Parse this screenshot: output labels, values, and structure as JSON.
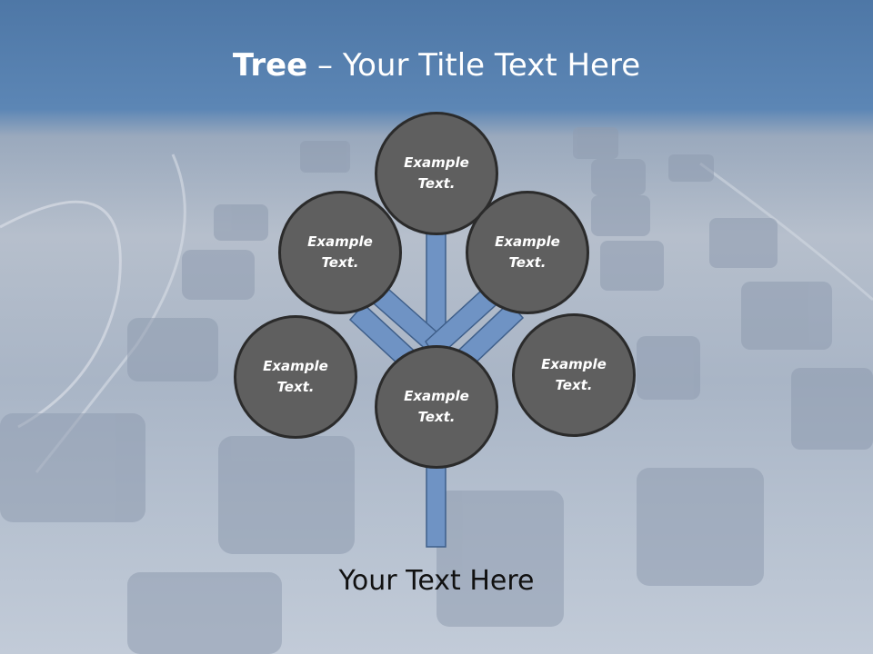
{
  "title": {
    "bold": "Tree",
    "separator": " – ",
    "rest": "Your Title Text Here"
  },
  "nodes": [
    {
      "label": "Example Text."
    },
    {
      "label": "Example Text."
    },
    {
      "label": "Example Text."
    },
    {
      "label": "Example Text."
    },
    {
      "label": "Example Text."
    },
    {
      "label": "Example Text."
    }
  ],
  "footer": {
    "text": "Your Text Here"
  },
  "colors": {
    "title_band": "#5a83b3",
    "node_fill": "#5f5f5f",
    "node_border": "#2b2b2b",
    "branch": "#6f93c4"
  }
}
